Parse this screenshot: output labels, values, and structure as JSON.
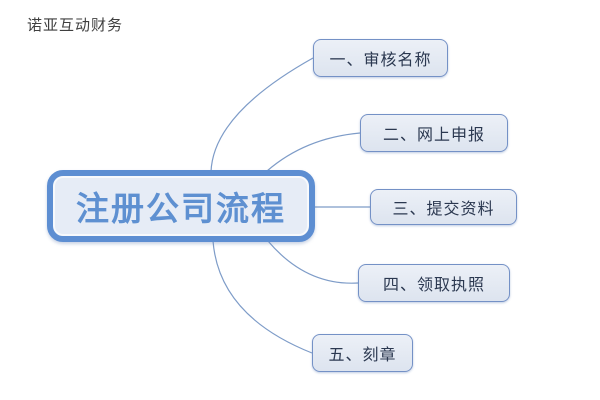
{
  "brand": {
    "label": "诺亚互动财务"
  },
  "mindmap": {
    "root": {
      "label": "注册公司流程"
    },
    "branches": [
      {
        "label": "一、审核名称"
      },
      {
        "label": "二、网上申报"
      },
      {
        "label": "三、提交资料"
      },
      {
        "label": "四、领取执照"
      },
      {
        "label": "五、刻章"
      }
    ]
  },
  "colors": {
    "background": "#ffffff",
    "brand_text": "#3f3f3f",
    "root_border": "#5d8ed2",
    "root_fill": "#e6ecf6",
    "root_text": "#5e90d1",
    "branch_border": "#7491c6",
    "branch_fill_top": "#ecf0f7",
    "branch_fill_bottom": "#dde3ef",
    "branch_text": "#2b3850",
    "connector": "#7e9cc8"
  }
}
